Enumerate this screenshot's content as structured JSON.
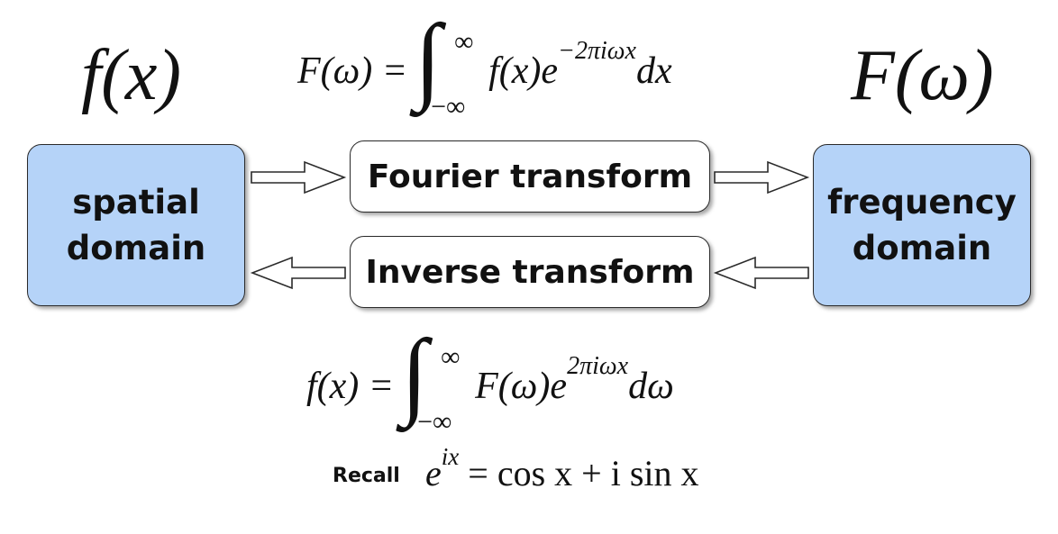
{
  "headers": {
    "spatial_function": "f(x)",
    "frequency_function": "F(ω)"
  },
  "equations": {
    "forward": {
      "lhs": "F(ω) =",
      "upper_limit": "∞",
      "lower_limit": "−∞",
      "integrand": "f(x)e",
      "exponent": "−2πiωx",
      "differential": "dx"
    },
    "inverse": {
      "lhs": "f(x) =",
      "upper_limit": "∞",
      "lower_limit": "−∞",
      "integrand": "F(ω)e",
      "exponent": "2πiωx",
      "differential": "dω"
    }
  },
  "boxes": {
    "spatial_line1": "spatial",
    "spatial_line2": "domain",
    "frequency_line1": "frequency",
    "frequency_line2": "domain",
    "fourier": "Fourier transform",
    "inverse": "Inverse transform"
  },
  "recall": {
    "label": "Recall",
    "base": "e",
    "exponent": "ix",
    "rhs": "= cos x + i sin x"
  },
  "colors": {
    "domain_fill": "#b5d3f8",
    "border": "#2a2a2a",
    "arrow_fill": "#ffffff"
  }
}
